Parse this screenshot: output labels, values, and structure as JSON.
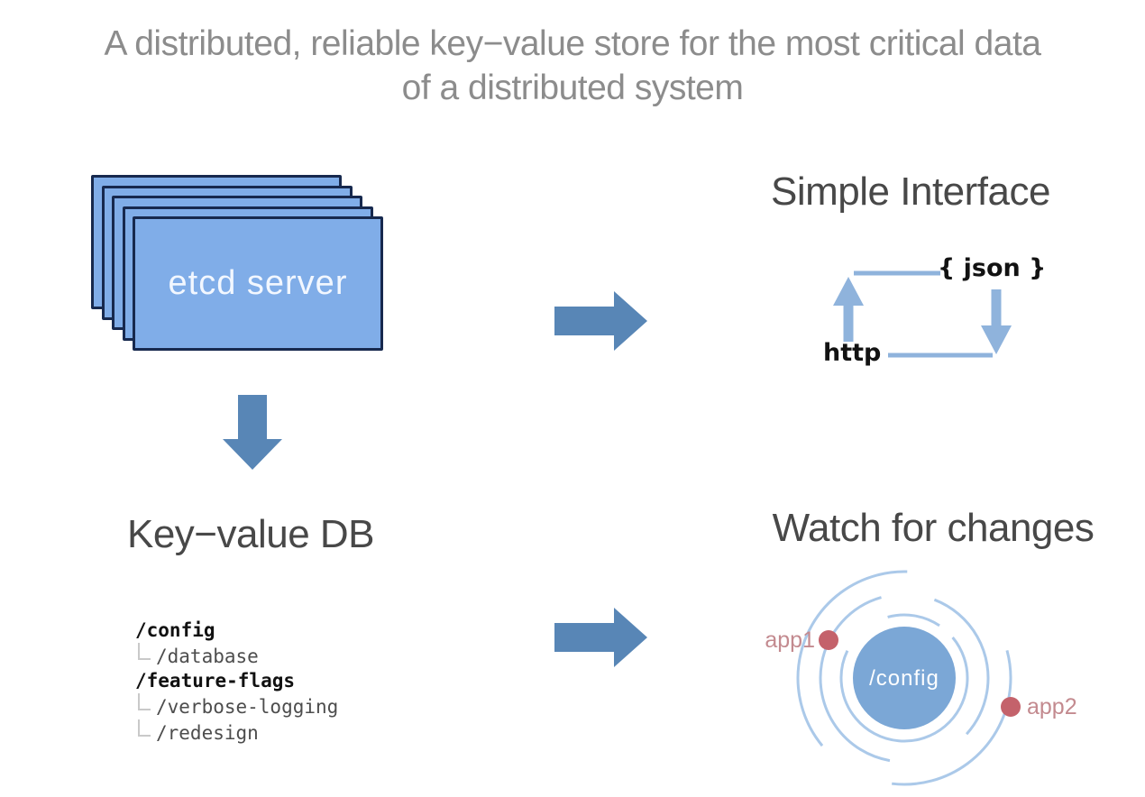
{
  "title": {
    "line1": "A distributed, reliable key−value store for the most critical data",
    "line2": "of a distributed system"
  },
  "colors": {
    "title_gray": "#8c8c8c",
    "heading_gray": "#484848",
    "box_fill": "#80ade8",
    "box_border": "#17294e",
    "block_arrow_blue": "#5886b6",
    "cycle_line_blue": "#8fb3dc",
    "ring_blue": "#abc9e9",
    "watch_circle_fill": "#7ba7d6",
    "app_dot_red": "#c4626b",
    "app_label_red": "#c38a8f"
  },
  "etcd_stack": {
    "label": "etcd server",
    "layers": 5
  },
  "sections": {
    "simple_interface": {
      "heading": "Simple Interface",
      "json_label": "{ json }",
      "http_label": "http"
    },
    "key_value_db": {
      "heading": "Key−value DB",
      "tree": [
        {
          "label": "/config",
          "depth": 0
        },
        {
          "label": "/database",
          "depth": 1
        },
        {
          "label": "/feature-flags",
          "depth": 0
        },
        {
          "label": "/verbose-logging",
          "depth": 1
        },
        {
          "label": "/redesign",
          "depth": 1
        }
      ]
    },
    "watch_for_changes": {
      "heading": "Watch for changes",
      "center_label": "/config",
      "apps": [
        {
          "label": "app1"
        },
        {
          "label": "app2"
        }
      ]
    }
  }
}
